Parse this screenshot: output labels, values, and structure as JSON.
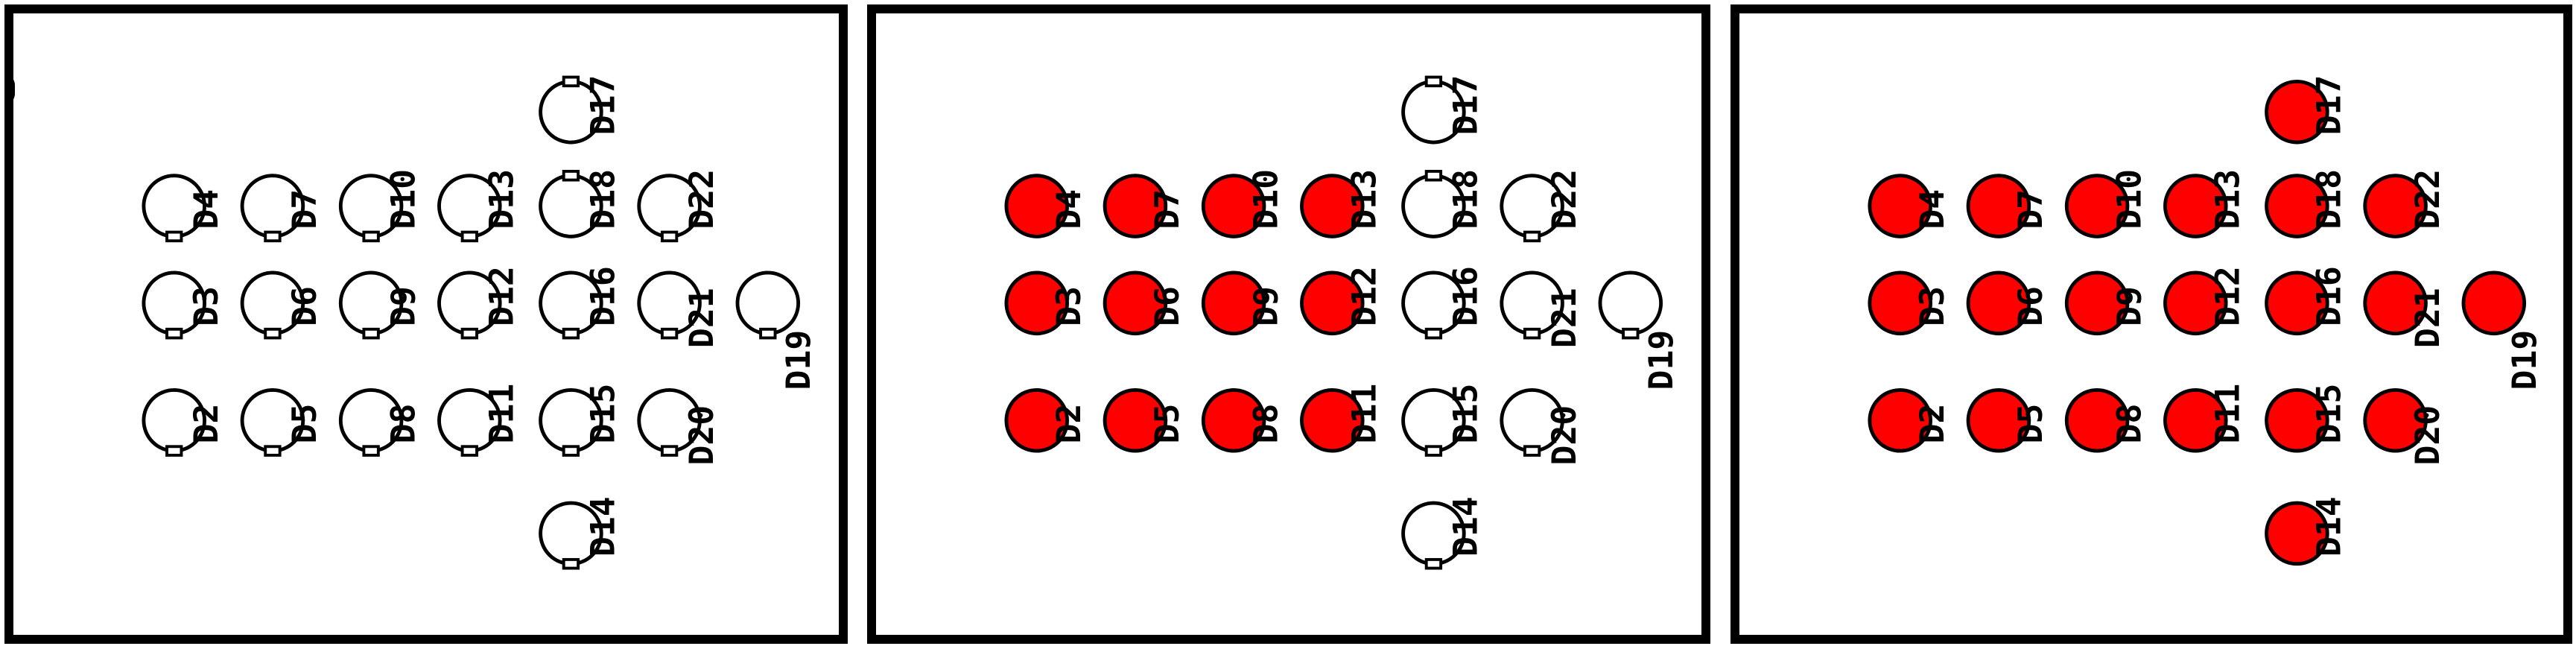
{
  "colors": {
    "lit": "#ff0000",
    "unlit": "#ffffff",
    "outline": "#000000"
  },
  "icons": {
    "led": "led-circle-icon",
    "pad": "led-pad-icon"
  },
  "leds": [
    {
      "label": "D17"
    },
    {
      "label": "D4"
    },
    {
      "label": "D7"
    },
    {
      "label": "D10"
    },
    {
      "label": "D13"
    },
    {
      "label": "D18"
    },
    {
      "label": "D22"
    },
    {
      "label": "D3"
    },
    {
      "label": "D6"
    },
    {
      "label": "D9"
    },
    {
      "label": "D12"
    },
    {
      "label": "D16"
    },
    {
      "label": "D21"
    },
    {
      "label": "D19"
    },
    {
      "label": "D2"
    },
    {
      "label": "D5"
    },
    {
      "label": "D8"
    },
    {
      "label": "D11"
    },
    {
      "label": "D15"
    },
    {
      "label": "D20"
    },
    {
      "label": "D14"
    }
  ],
  "boards": [
    {
      "lit": []
    },
    {
      "lit": [
        "D4",
        "D7",
        "D10",
        "D13",
        "D3",
        "D6",
        "D9",
        "D12",
        "D2",
        "D5",
        "D8",
        "D11"
      ]
    },
    {
      "lit": [
        "D17",
        "D4",
        "D7",
        "D10",
        "D13",
        "D18",
        "D22",
        "D3",
        "D6",
        "D9",
        "D12",
        "D16",
        "D21",
        "D19",
        "D2",
        "D5",
        "D8",
        "D11",
        "D15",
        "D20",
        "D14"
      ]
    }
  ]
}
